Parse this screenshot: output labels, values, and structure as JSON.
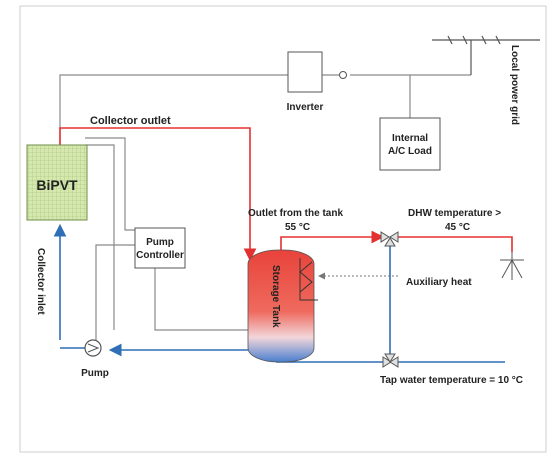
{
  "labels": {
    "inverter": "Inverter",
    "local_power_grid": "Local power grid",
    "internal_load_line1": "Internal",
    "internal_load_line2": "A/C Load",
    "collector_outlet": "Collector outlet",
    "bipvt": "BiPVT",
    "collector_inlet": "Collector inlet",
    "pump_controller_line1": "Pump",
    "pump_controller_line2": "Controller",
    "pump": "Pump",
    "outlet_tank_line1": "Outlet from the tank",
    "outlet_tank_line2": "55 °C",
    "dhw_line1": "DHW temperature >",
    "dhw_line2": "45 °C",
    "auxiliary_heat": "Auxiliary heat",
    "storage_tank": "Storage Tank",
    "tap_water": "Tap water temperature = 10 °C"
  },
  "colors": {
    "hot_pipe": "#e53030",
    "cold_pipe": "#2f6fb5",
    "wire": "#8a8a8a",
    "bipvt_fill": "#cfe3a8",
    "tank_top": "#e8433a",
    "tank_bottom": "#4a7fd0"
  }
}
